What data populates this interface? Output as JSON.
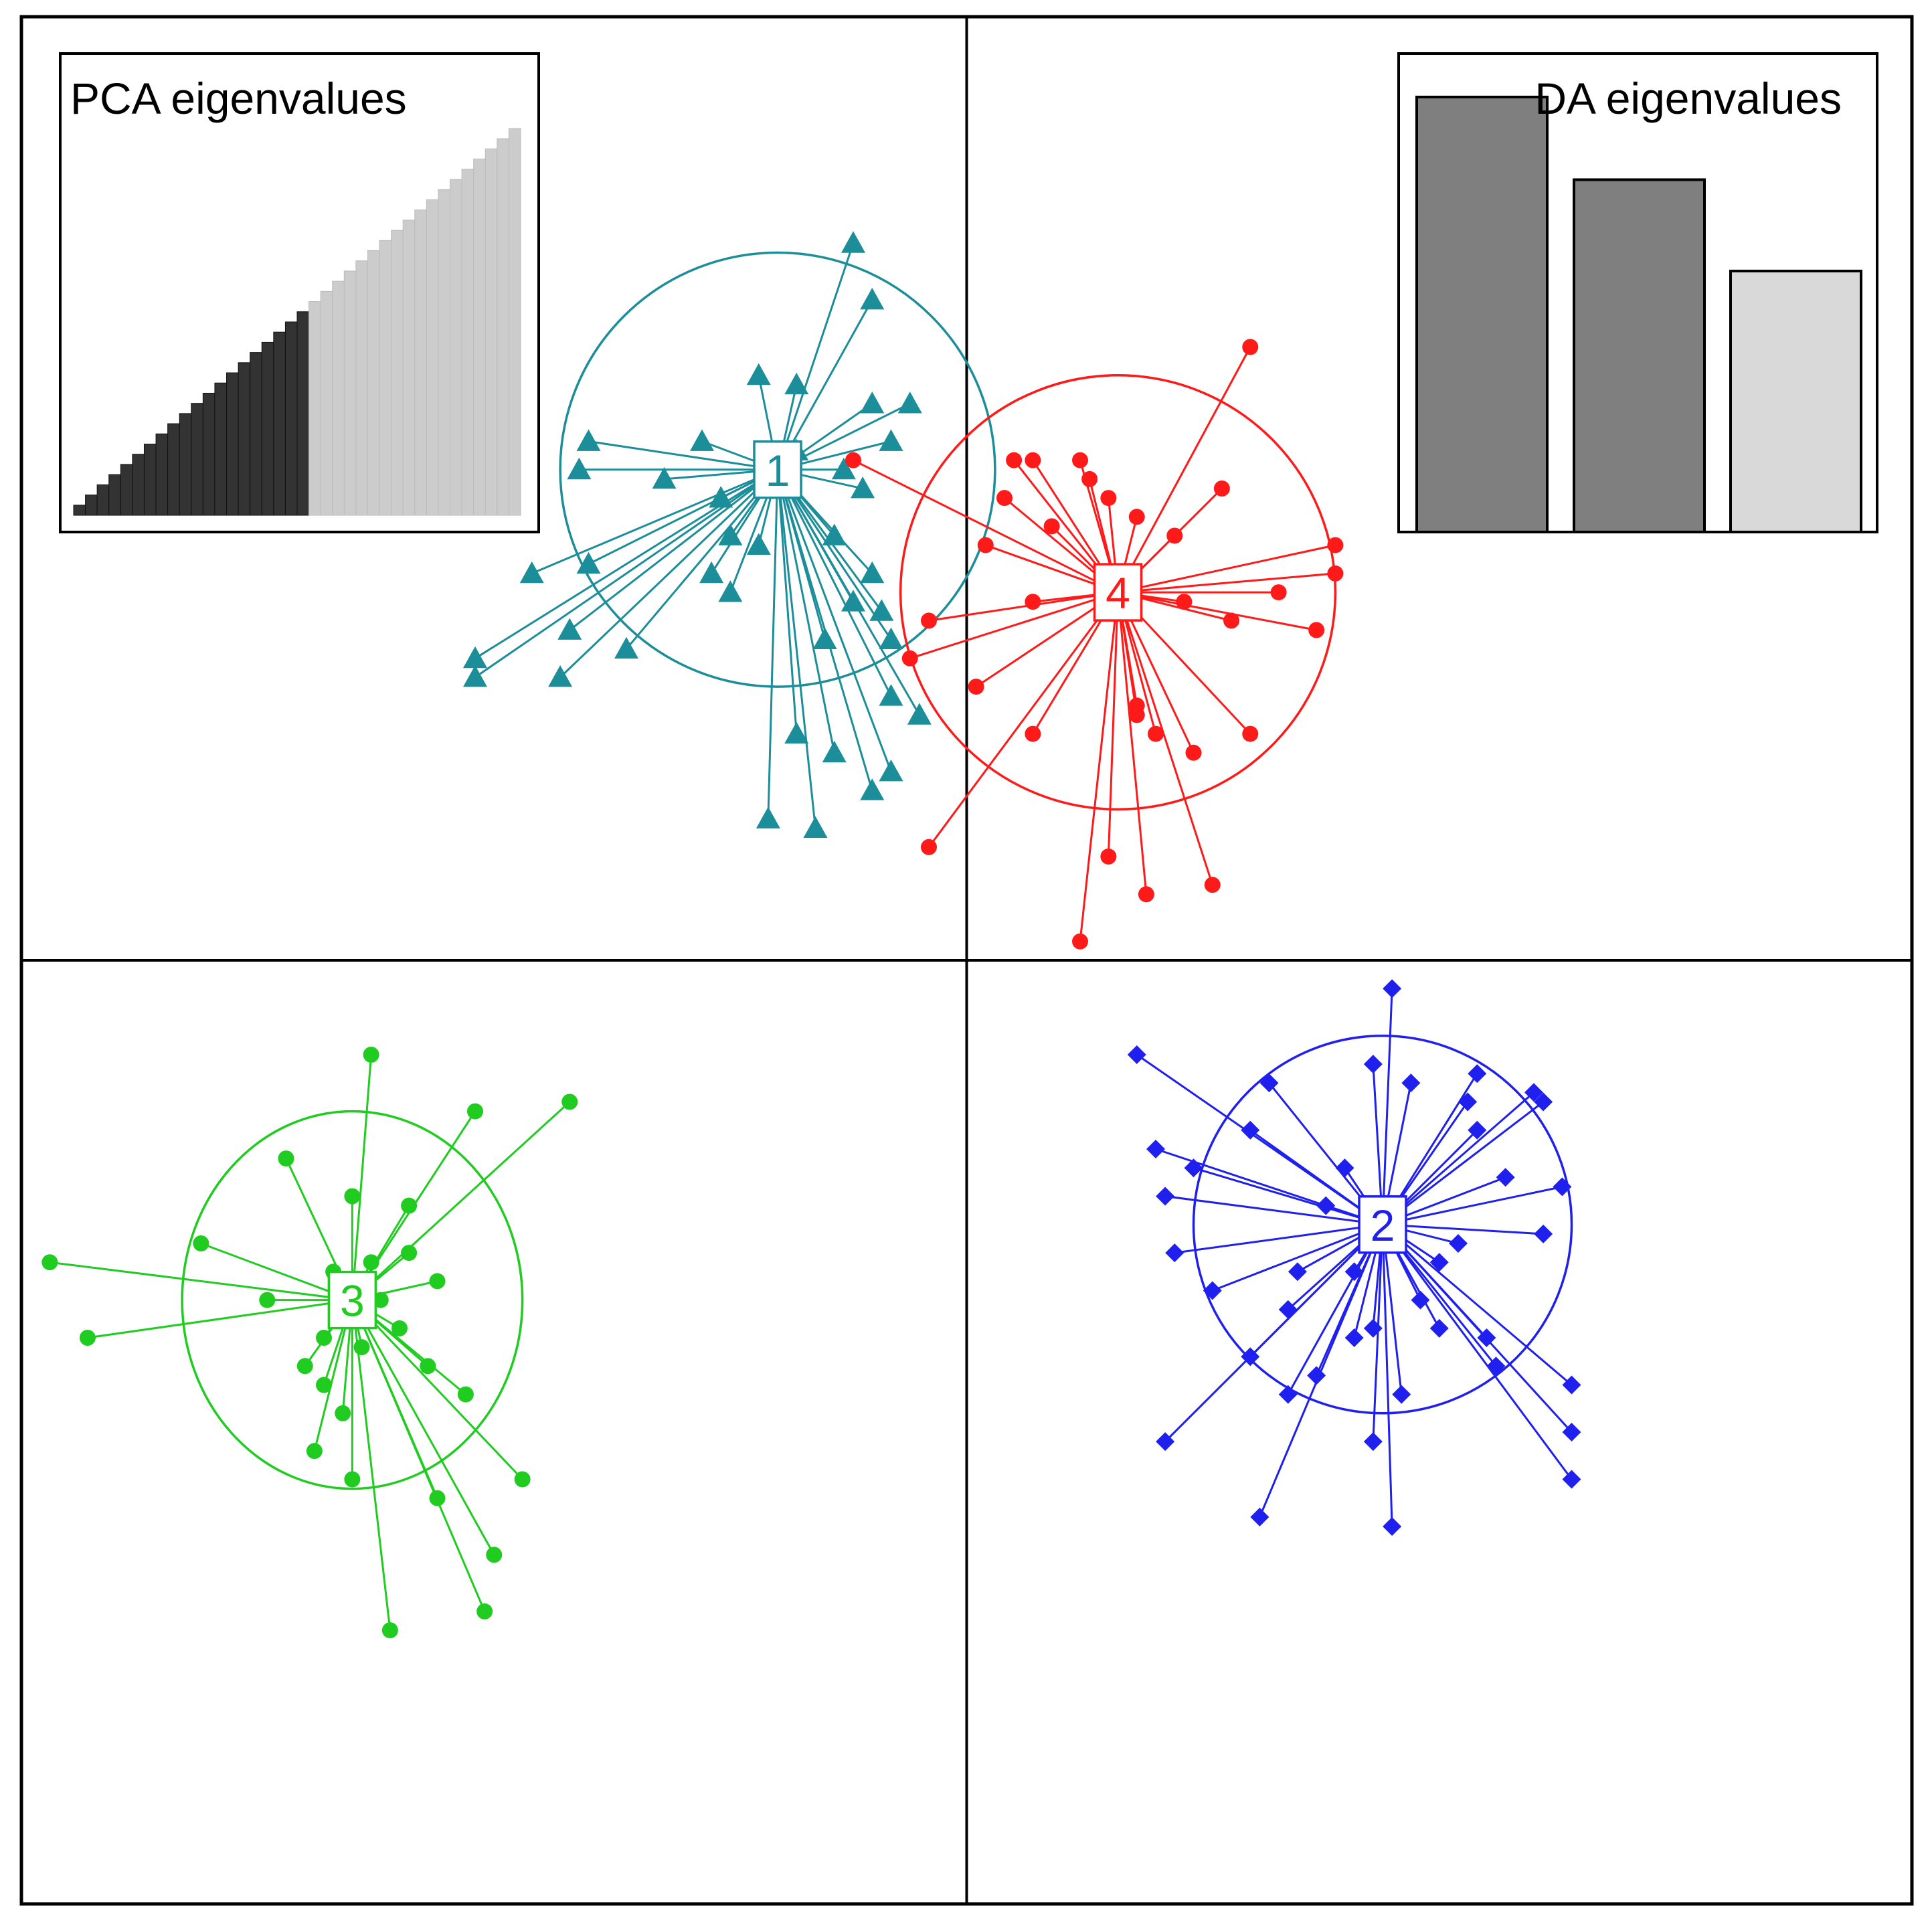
{
  "chart_data": [
    {
      "type": "scatter",
      "title": "",
      "xlabel": "",
      "ylabel": "",
      "grid": "axis lines through origin",
      "xlim": [
        -10,
        10
      ],
      "ylim": [
        -10,
        10
      ],
      "clusters": [
        {
          "label": "1",
          "color": "#1C8E99",
          "marker": "triangle",
          "centroid": [
            -2.0,
            5.2
          ],
          "ellipse_radius": [
            2.3,
            2.3
          ],
          "points": [
            [
              -1.2,
              7.6
            ],
            [
              -1.0,
              7.0
            ],
            [
              -1.8,
              6.1
            ],
            [
              -2.2,
              6.2
            ],
            [
              -4.0,
              5.5
            ],
            [
              -2.8,
              5.5
            ],
            [
              -1.0,
              5.9
            ],
            [
              -0.6,
              5.9
            ],
            [
              -1.8,
              5.4
            ],
            [
              -3.2,
              5.1
            ],
            [
              -4.1,
              5.2
            ],
            [
              -2.6,
              4.9
            ],
            [
              -4.6,
              4.1
            ],
            [
              -1.3,
              5.2
            ],
            [
              -0.8,
              5.5
            ],
            [
              -1.1,
              5.0
            ],
            [
              -1.4,
              4.5
            ],
            [
              -2.5,
              4.5
            ],
            [
              -2.7,
              4.1
            ],
            [
              -3.6,
              3.3
            ],
            [
              -4.2,
              3.5
            ],
            [
              -5.2,
              3.0
            ],
            [
              -1.5,
              3.4
            ],
            [
              -0.8,
              3.4
            ],
            [
              -0.8,
              2.8
            ],
            [
              -0.5,
              2.6
            ],
            [
              -1.6,
              1.4
            ],
            [
              -2.1,
              1.5
            ],
            [
              -0.8,
              2.0
            ],
            [
              -1.0,
              1.8
            ],
            [
              -1.4,
              2.2
            ],
            [
              -4.3,
              3.0
            ],
            [
              -5.2,
              3.2
            ],
            [
              -1.8,
              2.4
            ],
            [
              -1.2,
              3.8
            ],
            [
              -1.0,
              4.1
            ],
            [
              -0.9,
              3.7
            ],
            [
              -2.5,
              3.9
            ],
            [
              -4.0,
              4.2
            ],
            [
              -2.2,
              4.4
            ]
          ]
        },
        {
          "label": "4",
          "color": "#FF1A1A",
          "marker": "circle",
          "centroid": [
            1.6,
            3.9
          ],
          "ellipse_radius": [
            2.3,
            2.3
          ],
          "points": [
            [
              3.0,
              6.5
            ],
            [
              -1.2,
              5.3
            ],
            [
              0.5,
              5.3
            ],
            [
              0.7,
              5.3
            ],
            [
              1.3,
              5.1
            ],
            [
              2.7,
              5.0
            ],
            [
              3.9,
              4.1
            ],
            [
              3.9,
              4.4
            ],
            [
              1.2,
              5.3
            ],
            [
              0.2,
              4.4
            ],
            [
              0.4,
              4.9
            ],
            [
              0.7,
              3.8
            ],
            [
              -0.4,
              3.6
            ],
            [
              -0.6,
              3.2
            ],
            [
              2.3,
              3.8
            ],
            [
              2.8,
              3.6
            ],
            [
              3.3,
              3.9
            ],
            [
              3.7,
              3.5
            ],
            [
              1.8,
              2.6
            ],
            [
              2.0,
              2.4
            ],
            [
              1.8,
              2.7
            ],
            [
              0.7,
              2.4
            ],
            [
              2.4,
              2.2
            ],
            [
              3.0,
              2.4
            ],
            [
              1.5,
              1.1
            ],
            [
              1.9,
              0.7
            ],
            [
              0.1,
              2.9
            ],
            [
              -0.4,
              1.2
            ],
            [
              2.6,
              0.8
            ],
            [
              1.2,
              0.2
            ],
            [
              1.8,
              4.7
            ],
            [
              2.2,
              4.5
            ],
            [
              1.5,
              4.9
            ],
            [
              0.9,
              4.6
            ]
          ]
        },
        {
          "label": "3",
          "color": "#1FCC1F",
          "marker": "circle",
          "centroid": [
            -6.5,
            -3.6
          ],
          "ellipse_radius": [
            1.8,
            2.0
          ],
          "points": [
            [
              -6.3,
              -1.0
            ],
            [
              -5.2,
              -1.6
            ],
            [
              -7.2,
              -2.1
            ],
            [
              -6.5,
              -2.5
            ],
            [
              -5.9,
              -2.6
            ],
            [
              -8.1,
              -3.0
            ],
            [
              -9.7,
              -3.2
            ],
            [
              -9.3,
              -4.0
            ],
            [
              -4.2,
              -1.5
            ],
            [
              -6.7,
              -3.3
            ],
            [
              -5.6,
              -3.4
            ],
            [
              -6.2,
              -3.6
            ],
            [
              -6.4,
              -4.1
            ],
            [
              -5.7,
              -4.3
            ],
            [
              -7.0,
              -4.3
            ],
            [
              -6.8,
              -4.5
            ],
            [
              -6.6,
              -4.8
            ],
            [
              -5.3,
              -4.6
            ],
            [
              -6.5,
              -5.5
            ],
            [
              -5.6,
              -5.7
            ],
            [
              -4.7,
              -5.5
            ],
            [
              -5.0,
              -6.3
            ],
            [
              -6.1,
              -7.1
            ],
            [
              -5.1,
              -6.9
            ],
            [
              -6.9,
              -5.2
            ],
            [
              -6.8,
              -4.0
            ],
            [
              -7.4,
              -3.6
            ],
            [
              -5.9,
              -3.1
            ],
            [
              -6.0,
              -3.9
            ],
            [
              -6.3,
              -3.2
            ]
          ]
        },
        {
          "label": "2",
          "color": "#1F1FEE",
          "marker": "diamond",
          "centroid": [
            4.4,
            -2.8
          ],
          "ellipse_radius": [
            2.0,
            2.0
          ],
          "points": [
            [
              4.5,
              -0.3
            ],
            [
              1.8,
              -1.0
            ],
            [
              4.3,
              -1.1
            ],
            [
              5.4,
              -1.2
            ],
            [
              3.2,
              -1.3
            ],
            [
              4.7,
              -1.3
            ],
            [
              5.3,
              -1.5
            ],
            [
              6.0,
              -1.4
            ],
            [
              6.1,
              -1.5
            ],
            [
              5.4,
              -1.8
            ],
            [
              3.0,
              -1.8
            ],
            [
              2.0,
              -2.0
            ],
            [
              2.4,
              -2.2
            ],
            [
              5.7,
              -2.3
            ],
            [
              2.1,
              -2.5
            ],
            [
              6.3,
              -2.4
            ],
            [
              6.1,
              -2.9
            ],
            [
              5.2,
              -3.0
            ],
            [
              2.2,
              -3.1
            ],
            [
              3.5,
              -3.3
            ],
            [
              4.1,
              -3.3
            ],
            [
              5.0,
              -3.2
            ],
            [
              2.6,
              -3.5
            ],
            [
              3.4,
              -3.7
            ],
            [
              4.3,
              -3.9
            ],
            [
              5.0,
              -3.9
            ],
            [
              5.5,
              -4.0
            ],
            [
              3.0,
              -4.2
            ],
            [
              3.7,
              -4.4
            ],
            [
              4.6,
              -4.6
            ],
            [
              5.6,
              -4.3
            ],
            [
              6.4,
              -4.5
            ],
            [
              3.4,
              -4.6
            ],
            [
              2.1,
              -5.1
            ],
            [
              6.4,
              -5.0
            ],
            [
              4.3,
              -5.1
            ],
            [
              3.1,
              -5.9
            ],
            [
              4.5,
              -6.0
            ],
            [
              6.4,
              -5.5
            ],
            [
              4.1,
              -4.0
            ],
            [
              4.8,
              -3.6
            ],
            [
              3.8,
              -2.6
            ],
            [
              4.0,
              -2.2
            ]
          ]
        }
      ]
    },
    {
      "type": "bar",
      "title": "PCA eigenvalues",
      "note": "cumulative eigenvalue bars; dark = retained PCs",
      "retained_color": "#333333",
      "other_color": "#CCCCCC",
      "n_retained": 20,
      "values": [
        1.0,
        2.0,
        3.0,
        4.0,
        5.0,
        6.0,
        7.0,
        8.0,
        9.0,
        10.0,
        11.0,
        12.0,
        13.0,
        14.0,
        15.0,
        16.0,
        17.0,
        18.0,
        19.0,
        20.0,
        21.0,
        22.0,
        23.0,
        24.0,
        25.0,
        26.0,
        27.0,
        28.0,
        29.0,
        30.0,
        31.0,
        32.0,
        33.0,
        34.0,
        35.0,
        36.0,
        37.0,
        38.0
      ],
      "ylim": [
        0,
        38
      ]
    },
    {
      "type": "bar",
      "title": "DA eigenvalues",
      "values": [
        100,
        81,
        60
      ],
      "colors": [
        "#7F7F7F",
        "#7F7F7F",
        "#D9D9D9"
      ],
      "ylim": [
        0,
        100
      ]
    }
  ]
}
